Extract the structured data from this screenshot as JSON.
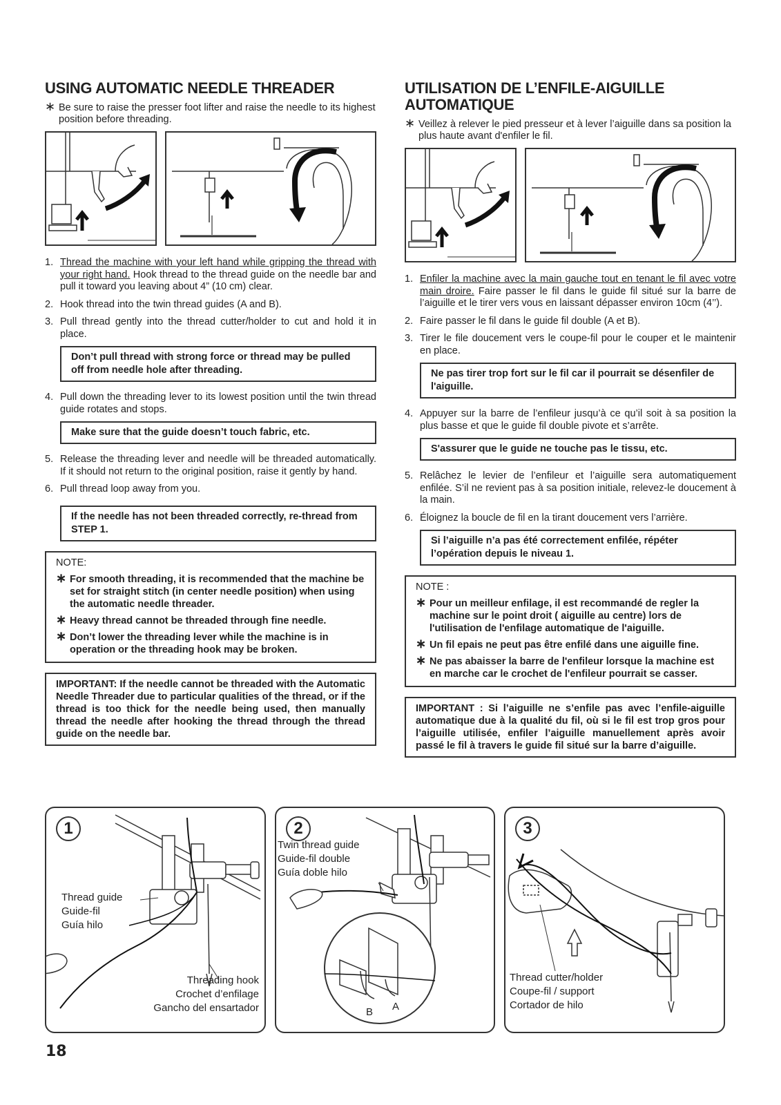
{
  "page_number": "18",
  "en": {
    "title": "USING AUTOMATIC NEEDLE THREADER",
    "intro": "Be sure to raise the presser foot lifter and raise the needle to its highest position before threading.",
    "step1_num": "1.",
    "step1_underlined": "Thread the machine with your left hand while gripping the thread with your right hand.",
    "step1_rest": " Hook thread to the thread guide on the needle bar and pull it toward you leaving about 4” (10 cm) clear.",
    "step2_num": "2.",
    "step2": "Hook thread into the twin thread guides (A and B).",
    "step3_num": "3.",
    "step3": "Pull thread gently into the thread cutter/holder to cut and hold it in place.",
    "warn1": "Don’t pull thread with strong force or thread may be pulled off from needle hole after threading.",
    "step4_num": "4.",
    "step4": "Pull down the threading lever to its lowest position until the twin thread guide rotates and stops.",
    "warn2": "Make sure that the guide doesn’t touch fabric, etc.",
    "step5_num": "5.",
    "step5": "Release the threading lever and needle will be threaded automatically. If it should not return to the original position, raise it gently by hand.",
    "step6_num": "6.",
    "step6": "Pull thread loop away from you.",
    "warn3": "If the needle has not been threaded correctly, re-thread from STEP 1.",
    "note_header": "NOTE:",
    "note1": "For smooth threading, it is recommended that the machine be set for straight stitch (in center needle position) when using the automatic needle threader.",
    "note2": "Heavy thread cannot be threaded through fine needle.",
    "note3": "Don’t lower the threading lever while the machine is in operation or the threading hook may be broken.",
    "important": "IMPORTANT: If the needle cannot be threaded with the Automatic Needle Threader due to particular qualities of the thread, or if the thread is too thick for the needle being used, then manually thread the needle after hooking the thread through the thread guide on the needle bar."
  },
  "fr": {
    "title": "UTILISATION DE L’ENFILE-AIGUILLE AUTOMATIQUE",
    "intro": "Veillez à relever le pied presseur et à lever l’aiguille dans sa position la plus haute avant d'enfiler le fil.",
    "step1_num": "1.",
    "step1_underlined": "Enfiler la machine avec la main gauche tout en tenant le fil avec votre main droire.",
    "step1_rest": " Faire passer le fil dans le guide fil situé sur la barre de l’aiguille et le tirer vers vous en laissant dépasser environ 10cm (4’’).",
    "step2_num": "2.",
    "step2": "Faire passer le fil dans le guide fil double (A et B).",
    "step3_num": "3.",
    "step3": "Tirer le file doucement vers le coupe-fil pour le couper et le maintenir en place.",
    "warn1": "Ne pas tirer trop fort sur le fil car il pourrait se désenfiler de l'aiguille.",
    "step4_num": "4.",
    "step4": "Appuyer sur la barre de l’enfileur jusqu’à ce qu’il soit à sa position la plus basse et que le guide fil double pivote et s’arrête.",
    "warn2": "S'assurer que le guide ne touche pas le tissu, etc.",
    "step5_num": "5.",
    "step5": "Relâchez le levier de l’enfileur et l’aiguille sera automatiquement enfilée. S’il ne revient pas à sa position initiale, relevez-le doucement à la main.",
    "step6_num": "6.",
    "step6": "Éloignez la boucle de fil en la tirant doucement vers l’arrière.",
    "warn3": "Si l’aiguille n’a pas été correctement enfilée, répéter l’opération depuis le niveau 1.",
    "note_header": "NOTE :",
    "note1": "Pour un meilleur enfilage, il est recommandé de regler la machine sur le point droit ( aiguille au centre) lors de l'utilisation de l'enfilage automatique de l'aiguille.",
    "note2": "Un fil epais ne peut pas être enfilé dans une aiguille fine.",
    "note3": "Ne pas abaisser la barre de l'enfileur lorsque la machine est en marche car le crochet de l'enfileur pourrait se casser.",
    "important": "IMPORTANT : Si l’aiguille ne s’enfile pas avec l’enfile-aiguille automatique due à la qualité du fil, où si le fil est trop gros pour l’aiguille utilisée, enfiler l’aiguille manuellement après avoir passé le fil à travers le guide fil situé sur la barre d’aiguille."
  },
  "panels": {
    "p1": {
      "number": "1",
      "guide_en": "Thread guide",
      "guide_fr": "Guide-fil",
      "guide_es": "Guía hilo",
      "hook_en": "Threading hook",
      "hook_fr": "Crochet d’enfilage",
      "hook_es": "Gancho del ensartador"
    },
    "p2": {
      "number": "2",
      "twin_en": "Twin thread guide",
      "twin_fr": "Guide-fil double",
      "twin_es": "Guía doble hilo",
      "label_a": "A",
      "label_b": "B"
    },
    "p3": {
      "number": "3",
      "cutter_en": "Thread cutter/holder",
      "cutter_fr": "Coupe-fil / support",
      "cutter_es": "Cortador de hilo"
    }
  },
  "icons": {
    "bullet": "star-bullet-icon",
    "up_arrow": "up-arrow-icon",
    "curved_arrow": "curved-arrow-icon"
  }
}
